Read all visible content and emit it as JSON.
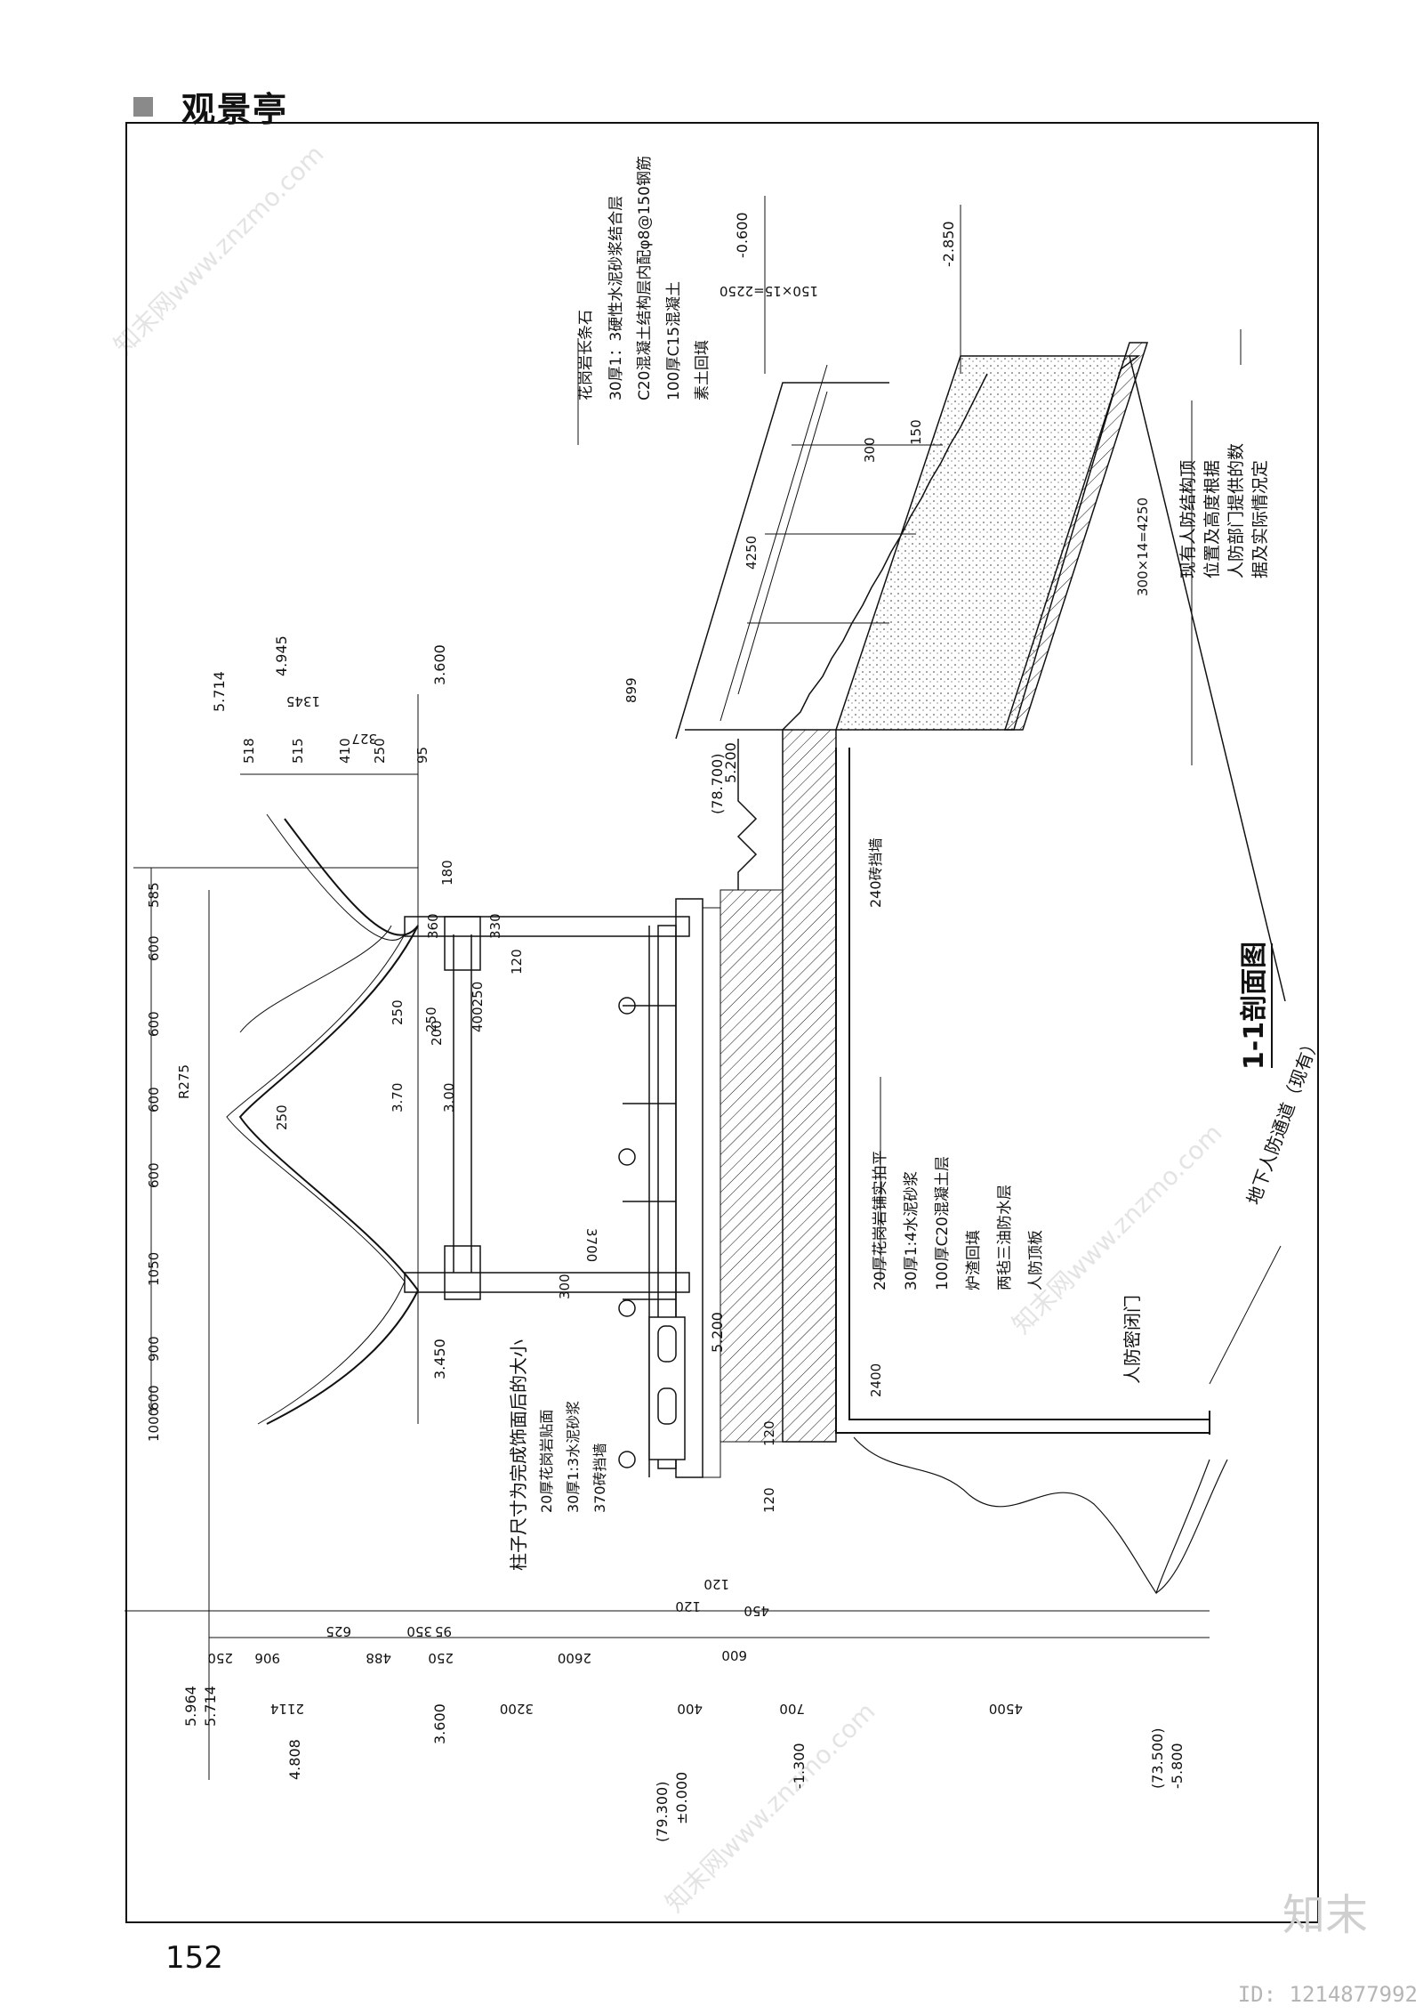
{
  "header": {
    "title": "观景亭",
    "square_color": "#8a8a8a"
  },
  "page_number": "152",
  "id_label": "ID: 1214877992",
  "logo_mark": "知末",
  "watermark": "知末网www.znzmo.com",
  "drawing": {
    "title": "1-1剖面图",
    "note_existing_tunnel": "地下人防通道（现有）",
    "note_protective_door": "人防密闭门",
    "note_column": "柱子尺寸为完成饰面后的大小",
    "top_right_note": [
      "现有人防结构顶",
      "位置及高度根据",
      "人防部门提供的数",
      "据及实际情况定"
    ],
    "roof_layers": [
      "花岗岩长条石",
      "30厚1：3硬性水泥砂浆结合层",
      "C20混凝土结构层内配φ8@150钢筋",
      "100厚C15混凝土",
      "素土回填"
    ],
    "floor_layers": [
      "20厚花岗岩铺实拍平",
      "30厚1:4水泥砂浆",
      "100厚C20混凝土层",
      "炉渣回填",
      "两毡三油防水层",
      "人防顶板"
    ],
    "wall_layers": [
      "20厚花岗岩贴面",
      "30厚1:3水泥砂浆",
      "370砖挡墙"
    ],
    "wall_240": "240砖挡墙",
    "elevations": {
      "e_m0600": "-0.600",
      "e_m2850": "-2.850",
      "e_4945": "4.945",
      "e_5714a": "5.714",
      "e_3600a": "3.600",
      "e_5200a": "5.200",
      "e_78700": "(78.700)",
      "e_3450": "3.450",
      "e_5200b": "5.200",
      "e_5964": "5.964",
      "e_5714b": "5.714",
      "e_4808": "4.808",
      "e_3600b": "3.600",
      "e_79300": "(79.300)",
      "e_0000": "±0.000",
      "e_m1300": "-1.300",
      "e_73500": "(73.500)",
      "e_m5800": "-5.800"
    },
    "dims": {
      "stair_run": "150×15=2250",
      "stair_height": "300×14=4250",
      "d4250": "4250",
      "d300": "300",
      "d150": "150",
      "d899": "899",
      "d1345": "1345",
      "d327": "327",
      "top_chain": [
        "518",
        "515",
        "410",
        "250",
        "95"
      ],
      "left_chain": [
        "585",
        "600",
        "600",
        "600",
        "600",
        "1050",
        "900",
        "1000",
        "600"
      ],
      "d180": "180",
      "d360": "360",
      "d330": "330",
      "d120a": "120",
      "d250a": "250",
      "d400250": "400250",
      "d250b": "250",
      "d200": "200",
      "d370": "3.70",
      "d300e": "3.00",
      "r275": "R275",
      "d250c": "250",
      "d3700": "3700",
      "d300b": "300",
      "d2400": "2400",
      "d120b": "120",
      "d120c": "120",
      "d120d": "120",
      "d120e": "120",
      "d450": "450",
      "d600": "600",
      "bottom_chain1": [
        "250",
        "906",
        "625",
        "488",
        "350",
        "95",
        "250"
      ],
      "d2600": "2600",
      "bottom_chain2": [
        "2114",
        "3200",
        "400",
        "700",
        "4500"
      ]
    }
  }
}
